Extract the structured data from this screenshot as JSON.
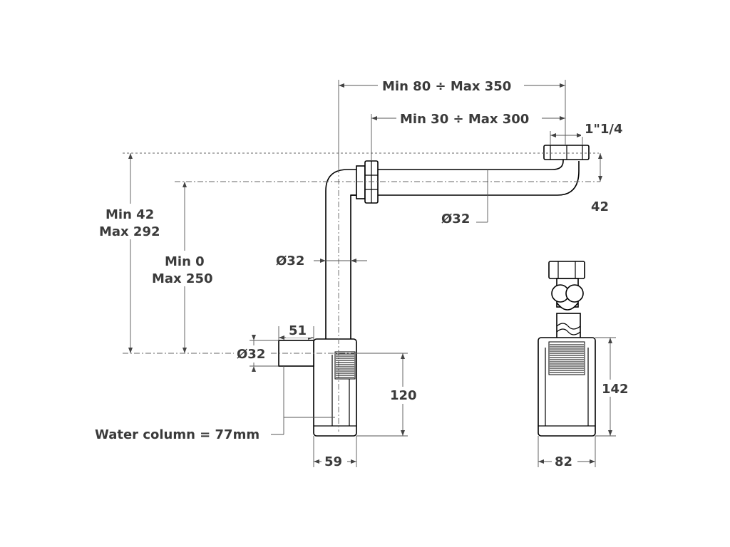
{
  "colors": {
    "line": "#000000",
    "dimension": "#555555",
    "text": "#3a3a3a"
  },
  "labels": {
    "reach_outer": "Min 80 ÷  Max 350",
    "reach_inner": "Min 30 ÷  Max 300",
    "thread_size": "1\"1/4",
    "height_outer_min": "Min 42",
    "height_outer_max": "Max 292",
    "height_inner_min": "Min 0",
    "height_inner_max": "Max 250",
    "dim_42": "42",
    "dia_horizontal": "Ø32",
    "dia_vertical": "Ø32",
    "outlet_length": "51",
    "dia_outlet": "Ø32",
    "water_column": "Water column = 77mm",
    "height_120": "120",
    "width_59": "59",
    "height_142": "142",
    "width_82": "82"
  }
}
